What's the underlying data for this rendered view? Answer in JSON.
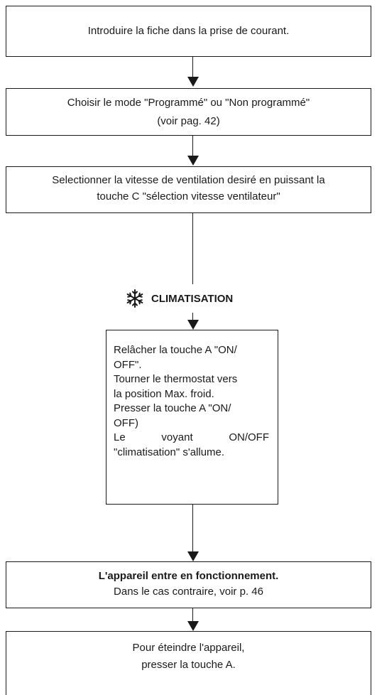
{
  "steps": {
    "plug": "Introduire la fiche dans la prise de courant.",
    "mode_line1": "Choisir le mode \"Programmé\" ou \"Non programmé\"",
    "mode_line2": "(voir pag. 42)",
    "speed_line1": "Selectionner la vitesse de ventilation desiré en puissant la",
    "speed_line2": "touche C \"sélection vitesse ventilateur\"",
    "mode_heading": "CLIMATISATION",
    "mode_icon": "snowflake-icon",
    "climate_lines": [
      "Relâcher la touche A \"ON/",
      "OFF\".",
      "Tourner le thermostat vers",
      "la position Max. froid.",
      "Presser la touche A \"ON/",
      "OFF)",
      "Le voyant ON/OFF",
      "\"climatisation\" s'allume."
    ],
    "running_bold": "L'appareil entre en fonctionnement.",
    "running_note": "Dans le cas contraire, voir p. 46",
    "off_line1": "Pour éteindre l'appareil,",
    "off_line2": "presser la touche A."
  }
}
